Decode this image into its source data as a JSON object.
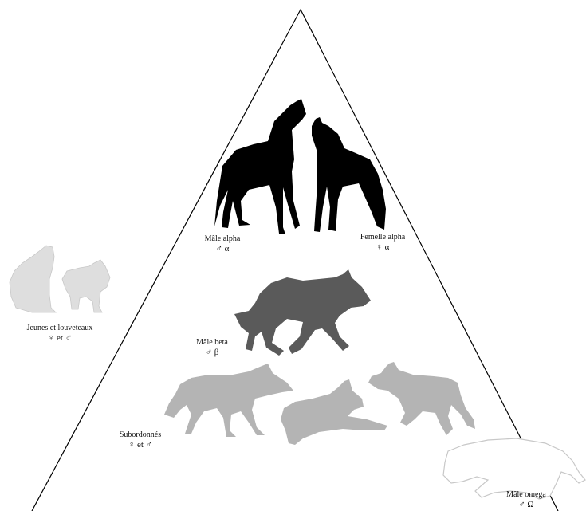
{
  "diagram": {
    "colors": {
      "background": "#ffffff",
      "outline": "#000000",
      "alpha": "#000000",
      "beta": "#5a5a5a",
      "subordinate": "#b4b4b4",
      "young": "#dedede",
      "omega_fill": "#ffffff",
      "omega_stroke": "#c8c8c8"
    },
    "ranks": [
      {
        "id": "male-alpha",
        "title": "Mâle alpha",
        "symbol": "♂ α"
      },
      {
        "id": "female-alpha",
        "title": "Femelle alpha",
        "symbol": "♀ α"
      },
      {
        "id": "male-beta",
        "title": "Mâle beta",
        "symbol": "♂ β"
      },
      {
        "id": "subordinates",
        "title": "Subordonnés",
        "symbol": "♀ et ♂"
      },
      {
        "id": "young",
        "title": "Jeunes et louveteaux",
        "symbol": "♀ et ♂"
      },
      {
        "id": "male-omega",
        "title": "Mâle omega",
        "symbol": "♂ Ω"
      }
    ]
  }
}
